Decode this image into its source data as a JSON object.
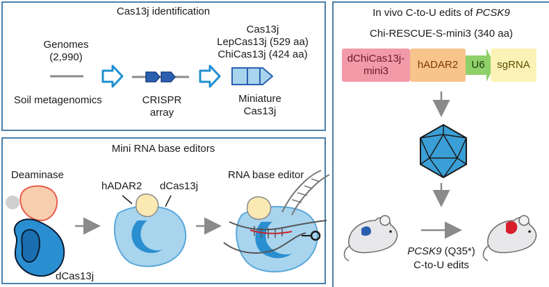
{
  "panel_a": {
    "title": "Cas13j identification",
    "genomes_label": "Genomes",
    "genomes_count": "(2,990)",
    "soil_label": "Soil metagenomics",
    "crispr_line1": "CRISPR",
    "crispr_line2": "array",
    "cas13j_line1": "Cas13j",
    "cas13j_line2": "LepCas13j (529 aa)",
    "cas13j_line3": "ChiCas13j (424 aa)",
    "miniature_line1": "Miniature",
    "miniature_line2": "Cas13j"
  },
  "panel_b": {
    "title": "Mini RNA base editors",
    "deaminase_label": "Deaminase",
    "dcas13j_bottom": "dCas13j",
    "hadar2_label": "hADAR2",
    "dcas13j_label": "dCas13j",
    "editor_label": "RNA base editor"
  },
  "panel_c": {
    "title_prefix": "In vivo C-to-U edits of ",
    "title_gene": "PCSK9",
    "construct_label": "Chi-RESCUE-S-mini3 (340 aa)",
    "seg_dchi_line1": "dChiCas13j-",
    "seg_dchi_line2": "mini3",
    "seg_hadar2": "hADAR2",
    "seg_u6": "U6",
    "seg_sgrna": "sgRNA",
    "gene_italic": "PCSK9",
    "mutation": " (Q35*)",
    "edits_label": "C-to-U edits"
  },
  "colors": {
    "frame": "#4a7fa8",
    "arrow_blue": "#1f8fd0",
    "protein_blue": "#a8d4ee",
    "seg_pink": "#f29aa8",
    "seg_orange": "#f7c48c",
    "seg_green": "#8fd06a",
    "seg_yellow": "#fbf3b5",
    "aav_blue": "#3a9fd6",
    "deaminase_peach": "#f8cfae",
    "hadar_cream": "#fbe9b4",
    "edit_red": "#d81e2a",
    "mouse_grey": "#e8e8ea"
  }
}
